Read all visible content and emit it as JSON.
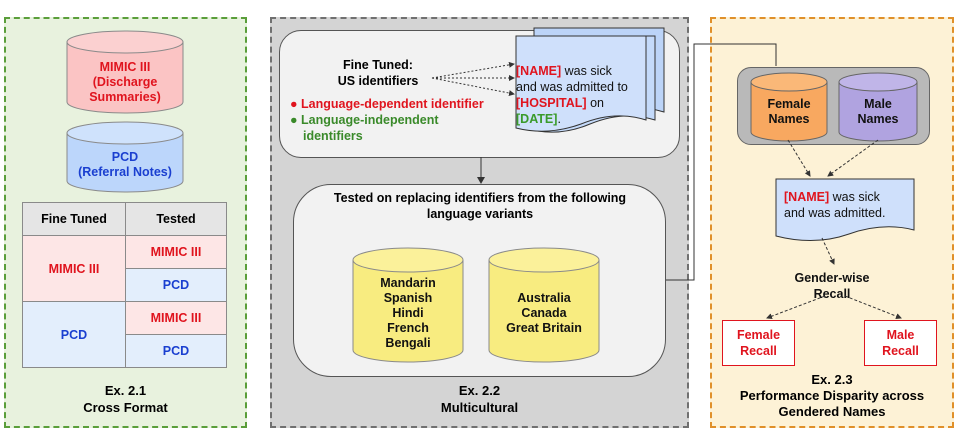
{
  "panel1": {
    "cyl_mimic": [
      "MIMIC III",
      "(Discharge",
      "Summaries)"
    ],
    "cyl_pcd": [
      "PCD",
      "(Referral Notes)"
    ],
    "table": {
      "headers": [
        "Fine Tuned",
        "Tested"
      ],
      "rows": [
        {
          "fine_tuned": "MIMIC III",
          "tested": [
            "MIMIC III",
            "PCD"
          ]
        },
        {
          "fine_tuned": "PCD",
          "tested": [
            "MIMIC III",
            "PCD"
          ]
        }
      ]
    },
    "caption": [
      "Ex. 2.1",
      "Cross Format"
    ]
  },
  "panel2": {
    "fine_tuned": [
      "Fine Tuned:",
      "US identifiers"
    ],
    "bullet_dep": "Language-dependent identifier",
    "bullet_indep": [
      "Language-independent",
      "identifiers"
    ],
    "doc": {
      "name_tag": "[NAME]",
      "t1": " was sick",
      "t2": "and was admitted to",
      "hospital_tag": "[HOSPITAL]",
      "t3": " on",
      "date_tag": "[DATE]",
      "t4": "."
    },
    "tested_title": [
      "Tested on replacing identifiers from the  following",
      "language variants"
    ],
    "cyl_languages": [
      "Mandarin",
      "Spanish",
      "Hindi",
      "French",
      "Bengali"
    ],
    "cyl_countries": [
      "Australia",
      "Canada",
      "Great Britain"
    ],
    "caption": [
      "Ex. 2.2",
      "Multicultural"
    ]
  },
  "panel3": {
    "cyl_female": [
      "Female",
      "Names"
    ],
    "cyl_male": [
      "Male",
      "Names"
    ],
    "doc": {
      "name_tag": "[NAME]",
      "t1": " was sick",
      "t2": "and was admitted."
    },
    "recall": [
      "Gender-wise",
      "Recall"
    ],
    "female_recall": [
      "Female",
      "Recall"
    ],
    "male_recall": [
      "Male",
      "Recall"
    ],
    "caption": [
      "Ex. 2.3",
      "Performance Disparity across",
      "Gendered Names"
    ]
  },
  "colors": {
    "green_panel": "#e8f2de",
    "green_border": "#5a9e3a",
    "gray_panel": "#d4d4d4",
    "gray_border": "#707070",
    "orange_panel": "#fdf2d6",
    "orange_border": "#e0902a",
    "red_text": "#e0141e",
    "blue_text": "#1a3fd0"
  }
}
